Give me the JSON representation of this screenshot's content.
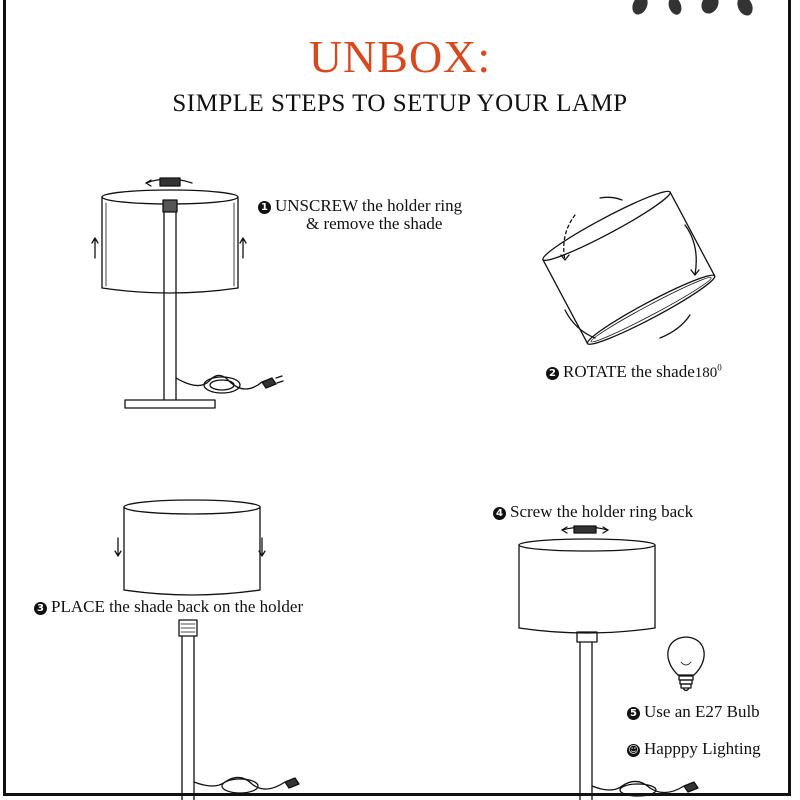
{
  "header": {
    "title": "UNBOX:",
    "subtitle": "SIMPLE STEPS TO SETUP YOUR LAMP"
  },
  "steps": [
    {
      "number": "1",
      "line1": "UNSCREW the holder ring",
      "line2": "& remove the shade"
    },
    {
      "number": "2",
      "text": "ROTATE the shade",
      "value": "180",
      "unit_sup": "0"
    },
    {
      "number": "3",
      "text": "PLACE the shade back on the holder"
    },
    {
      "number": "4",
      "text": "Screw the holder ring back"
    },
    {
      "number": "5",
      "text": "Use an E27 Bulb"
    },
    {
      "icon": "smiley-icon",
      "text": "Happpy Lighting"
    }
  ],
  "colors": {
    "title": "#d64a1f",
    "ink": "#111111"
  }
}
